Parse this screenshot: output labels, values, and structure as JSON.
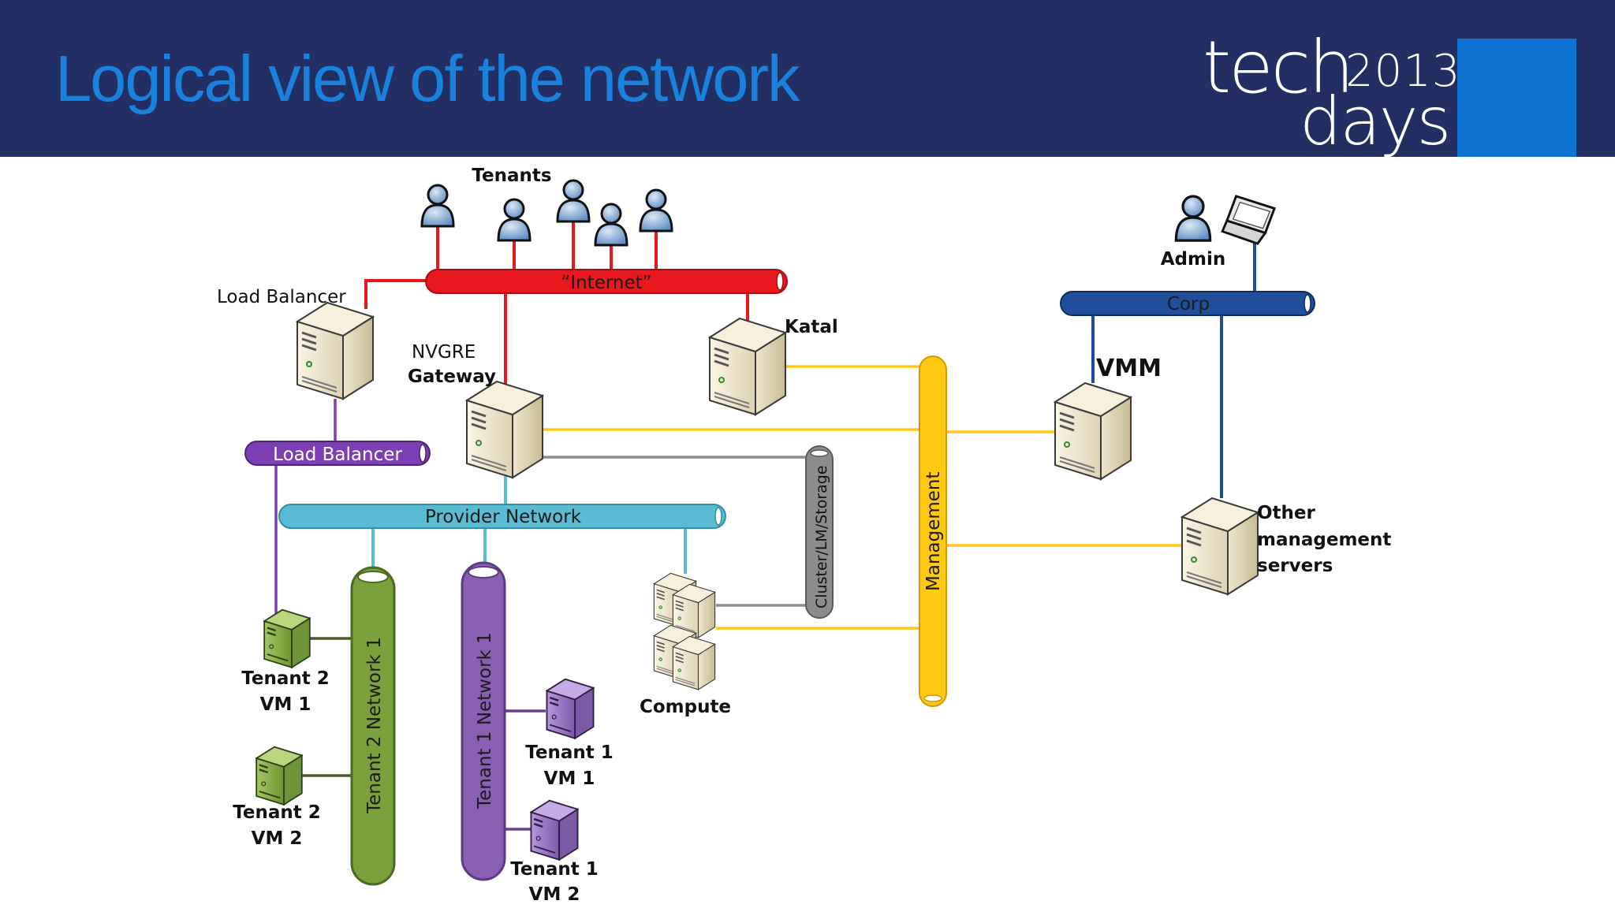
{
  "header": {
    "title": "Logical view of the network",
    "brand_tech": "tech",
    "brand_year": "2013",
    "brand_days": "days"
  },
  "colors": {
    "header_bg": "#232f63",
    "title_blue": "#1a82dd",
    "brand_square": "#0f73d2",
    "internet": "#e8181e",
    "corp": "#1f4e9a",
    "load_balancer": "#7e3fb4",
    "provider": "#5bbbd2",
    "management": "#ffc812",
    "cluster": "#8c8c8c",
    "tenant1": "#8a5fb2",
    "tenant2": "#7aa13c"
  },
  "buses": {
    "internet": "“Internet”",
    "corp": "Corp",
    "load_balancer": "Load Balancer",
    "provider": "Provider Network",
    "management": "Management",
    "cluster": "Cluster/LM/Storage",
    "tenant1_net": "Tenant 1 Network 1",
    "tenant2_net": "Tenant 2 Network 1"
  },
  "labels": {
    "tenants": "Tenants",
    "admin": "Admin",
    "load_balancer_server": "Load Balancer",
    "nvgre": "NVGRE",
    "gateway": "Gateway",
    "katal": "Katal",
    "vmm": "VMM",
    "other_mgmt_1": "Other",
    "other_mgmt_2": "management",
    "other_mgmt_3": "servers",
    "compute": "Compute",
    "t2vm1_a": "Tenant 2",
    "t2vm1_b": "VM 1",
    "t2vm2_a": "Tenant 2",
    "t2vm2_b": "VM 2",
    "t1vm1_a": "Tenant 1",
    "t1vm1_b": "VM 1",
    "t1vm2_a": "Tenant 1",
    "t1vm2_b": "VM 2"
  }
}
